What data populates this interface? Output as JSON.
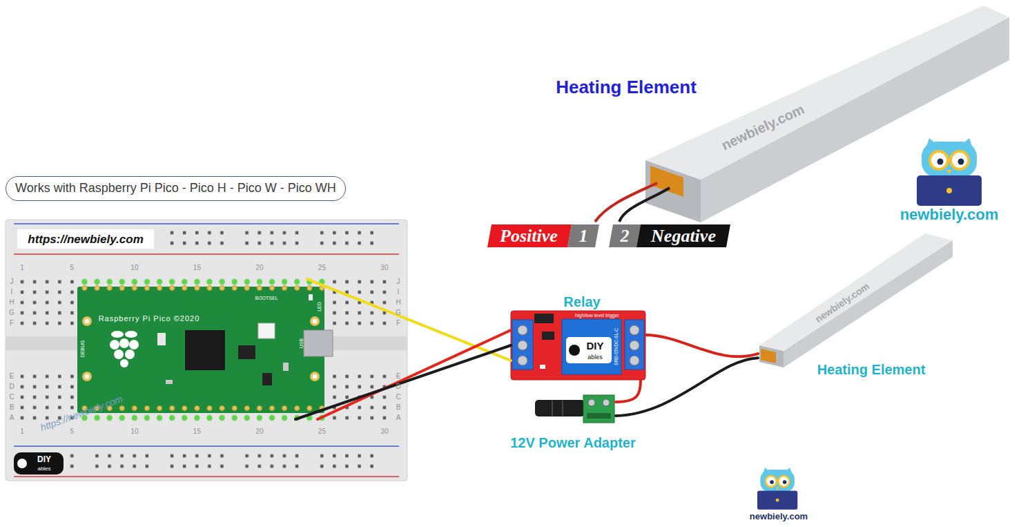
{
  "diagram": {
    "nodes": [
      {
        "text": [
          "Heating Element"
        ]
      },
      {
        "text": [
          "Works with Raspberry Pi Pico - Pico H - Pico W - Pico WH"
        ]
      },
      {
        "text": [
          "Raspberry Pi Pico ©2020",
          "BOOTSEL",
          "DEBUG",
          "LED",
          "USB"
        ]
      },
      {
        "text": [
          "Relay"
        ]
      },
      {
        "text": [
          "Heating Element"
        ]
      },
      {
        "text": [
          "12V Power Adapter"
        ]
      }
    ],
    "edges": [
      {
        "from": 2,
        "to": 3,
        "arrow": "none"
      },
      {
        "from": 2,
        "to": 3,
        "arrow": "none"
      },
      {
        "from": 2,
        "to": 3,
        "arrow": "none"
      },
      {
        "from": 3,
        "to": 4,
        "arrow": "none"
      },
      {
        "from": 5,
        "to": 3,
        "arrow": "none"
      },
      {
        "from": 5,
        "to": 4,
        "arrow": "none"
      }
    ],
    "labels": [
      "Positive",
      "1",
      "2",
      "Negative",
      "newbiely.com",
      "newbiely.com",
      "https://newbiely.com",
      "1",
      "5",
      "10",
      "15",
      "20",
      "25",
      "30",
      "1",
      "5",
      "10",
      "15",
      "20",
      "25",
      "30",
      "J",
      "I",
      "H",
      "G",
      "F",
      "E",
      "D",
      "C",
      "B",
      "A",
      "J",
      "I",
      "H",
      "G",
      "F",
      "E",
      "D",
      "C",
      "B",
      "A",
      "SRD-05VDC-SL-C",
      "high/low level trigger",
      "DIY",
      "ables",
      "newbiely.com",
      "https://newbiely.com",
      "DIY",
      "ables",
      "newbiely.com"
    ]
  }
}
